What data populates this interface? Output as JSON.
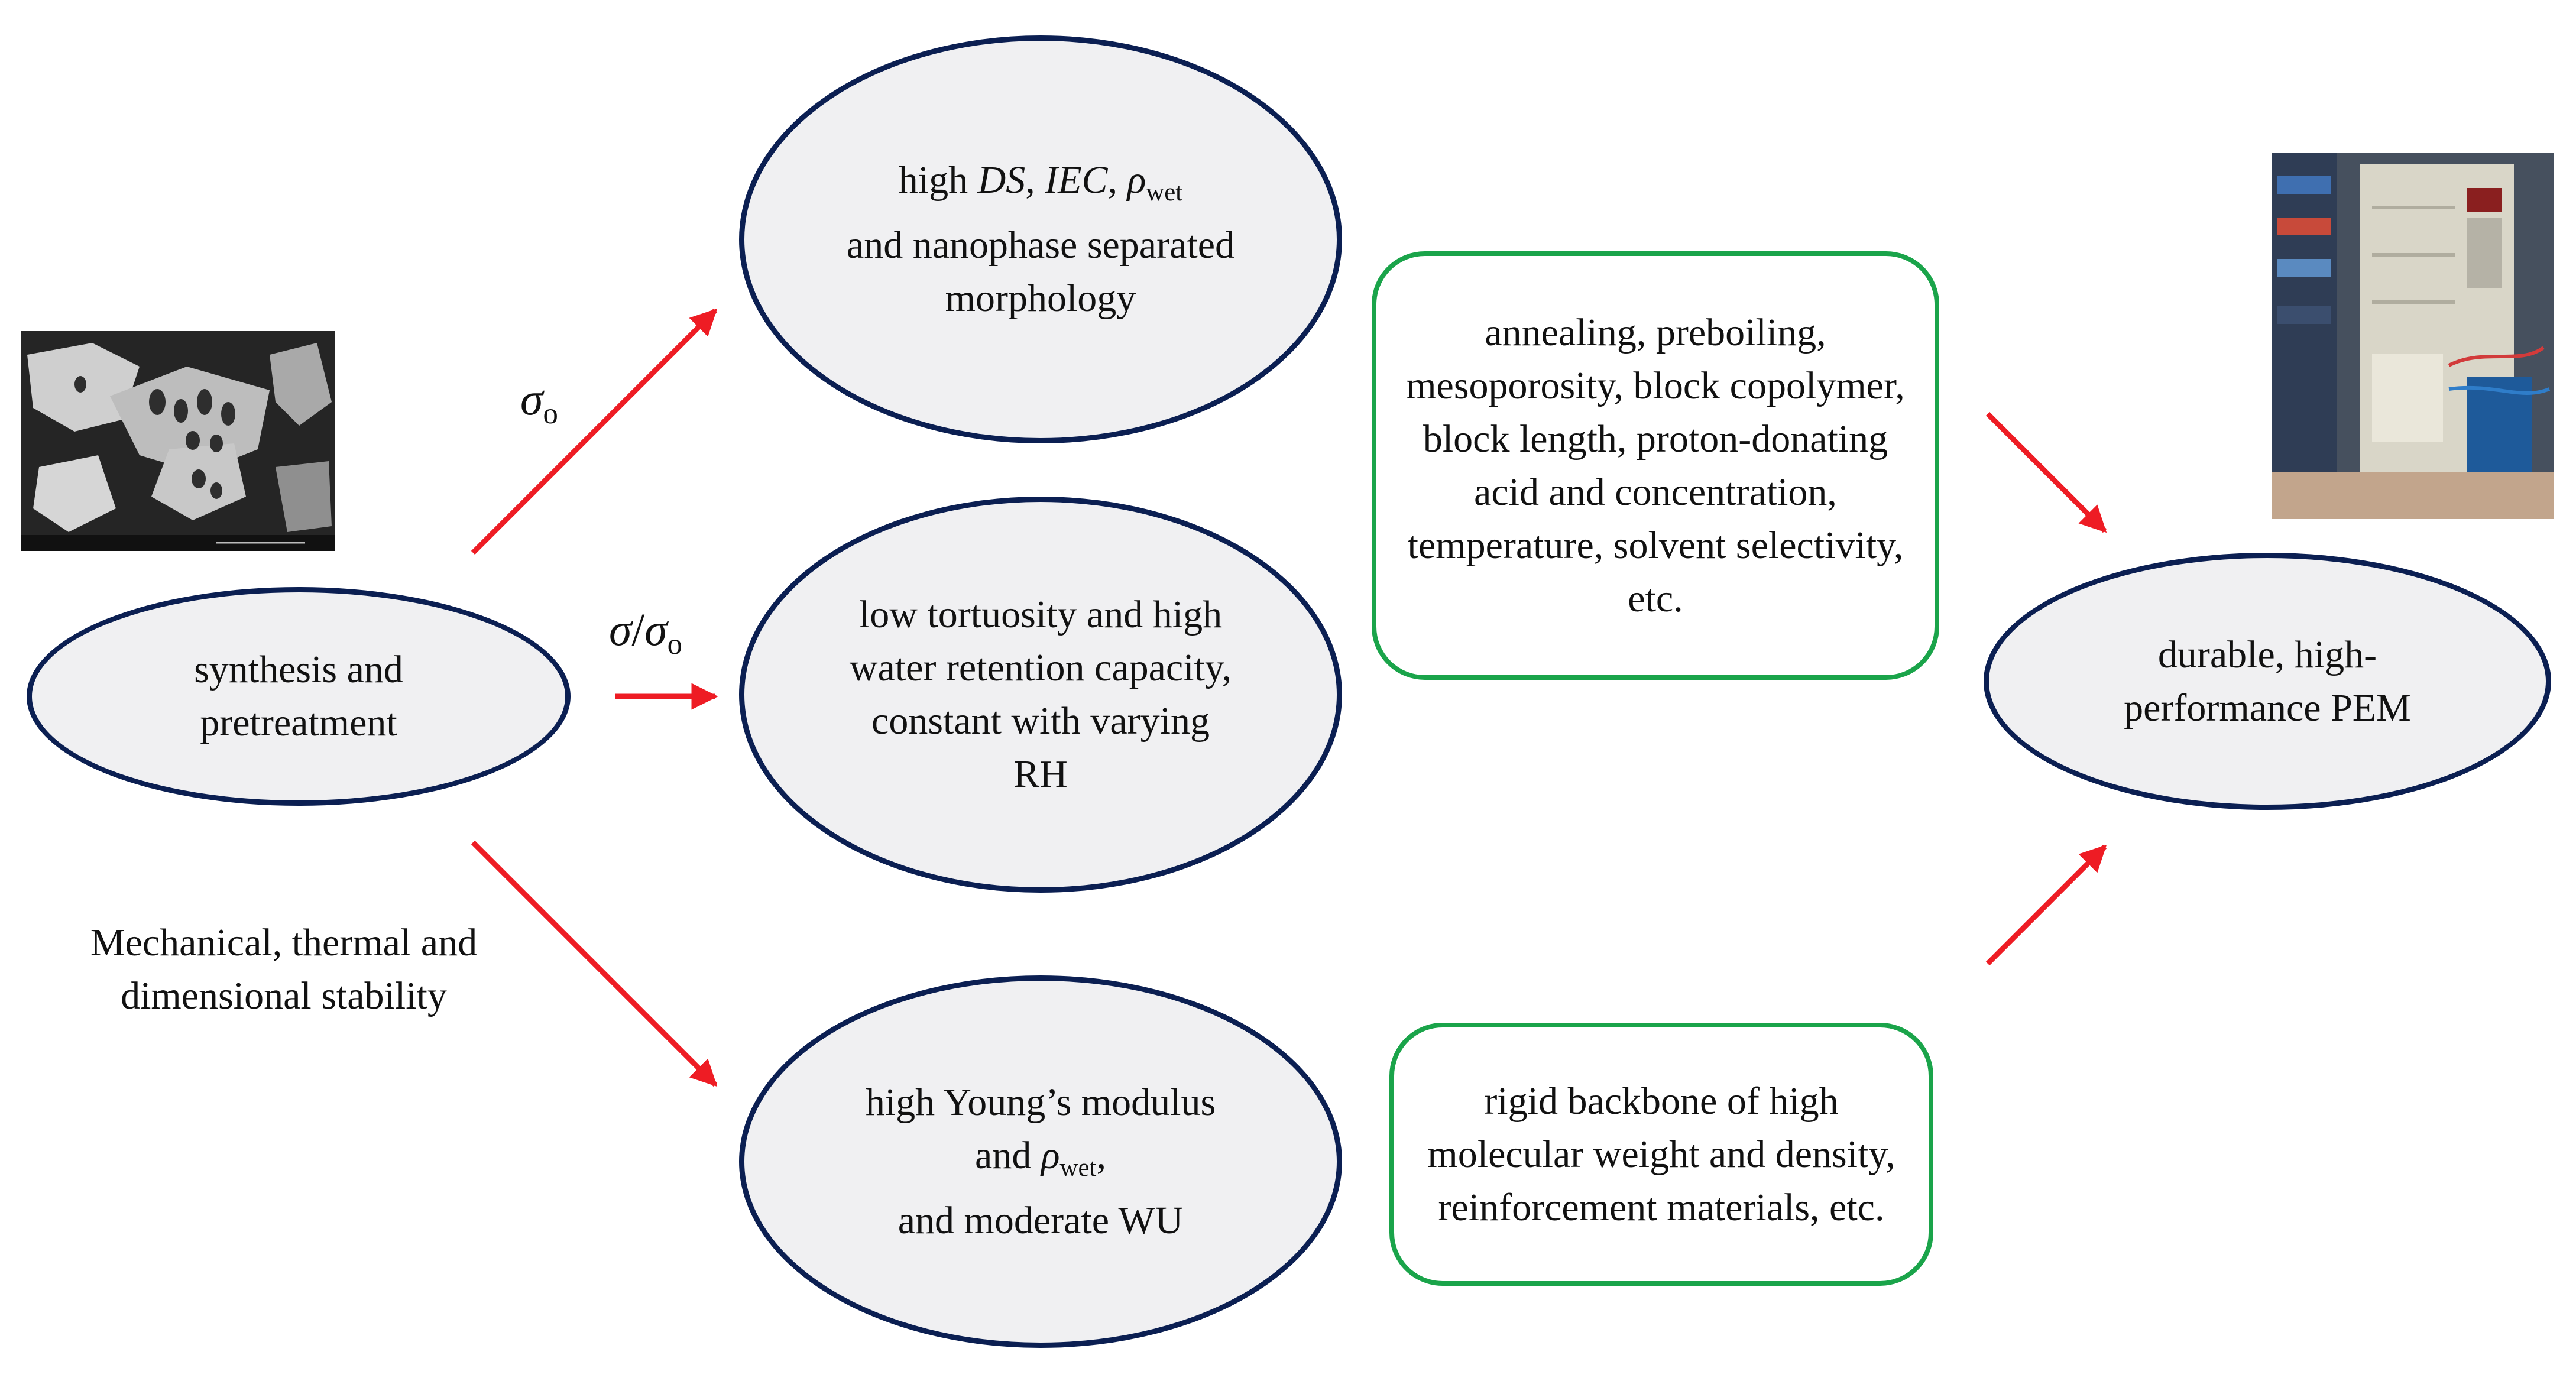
{
  "nodes": {
    "synthesis": "synthesis and pretreatment",
    "morphology": {
      "pre": "high ",
      "ds": "DS",
      "comma1": ", ",
      "iec": "IEC",
      "comma2": ", ",
      "rho": "ρ",
      "rho_sub": "wet",
      "rest": "and nanophase separated morphology"
    },
    "tortuosity": "low tortuosity and high water retention capacity, constant with varying RH",
    "modulus": {
      "pre": "high Young’s modulus and ",
      "rho": "ρ",
      "rho_sub": "wet",
      "post": ",",
      "rest": "and moderate WU"
    },
    "pem": "durable, high-performance PEM"
  },
  "boxes": {
    "factors": "annealing, preboiling, mesoporosity, block copolymer, block length, proton-donating acid and concentration, temperature, solvent selectivity, etc.",
    "mechanical_factors": "rigid backbone of high molecular weight and density, reinforcement materials, etc."
  },
  "labels": {
    "sigma_o": {
      "base": "σ",
      "sub": "o"
    },
    "sigma_ratio": {
      "num": "σ",
      "slash": "/",
      "den": "σ",
      "den_sub": "o"
    },
    "stability": "Mechanical, thermal and dimensional stability"
  },
  "colors": {
    "ellipse_border": "#0b1f52",
    "ellipse_fill": "#f0f0f2",
    "box_border": "#1aa44a",
    "arrow": "#ee1c24"
  },
  "images": {
    "left": "sem-micrograph",
    "right": "fuel-cell-test-station-photo"
  }
}
